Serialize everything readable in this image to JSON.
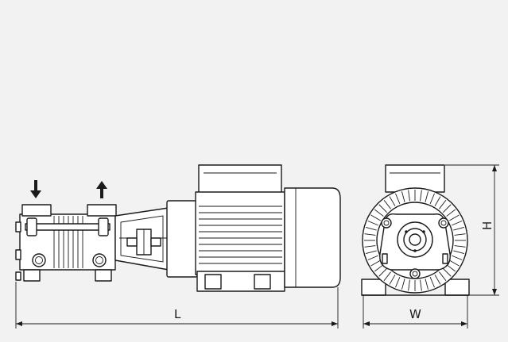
{
  "dimensions": {
    "length_label": "L",
    "width_label": "W",
    "height_label": "H"
  },
  "flow": {
    "inlet": "down-arrow-icon",
    "outlet": "up-arrow-icon"
  }
}
